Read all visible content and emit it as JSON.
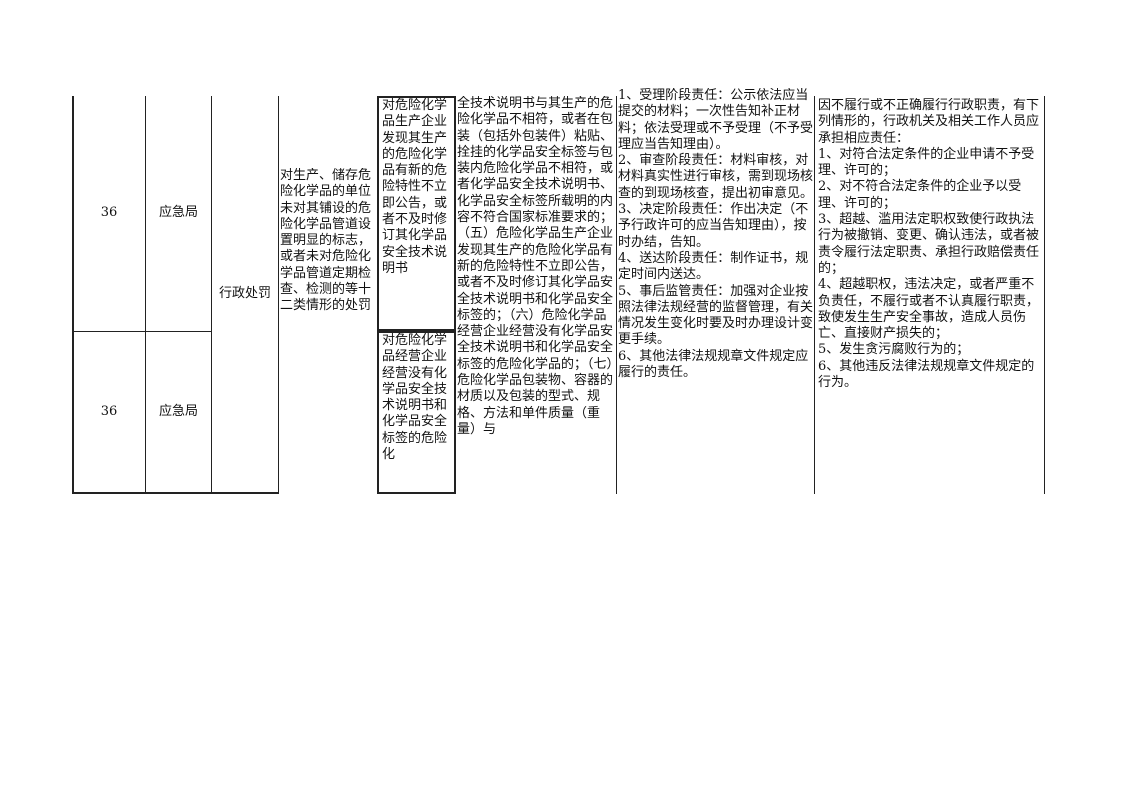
{
  "rows": [
    {
      "no": "36",
      "dept": "应急局",
      "obligation_excerpt": "对危险化学品生产企业发现其生产的危险化学品有新的危险特性不立即公告，或者不及时修订其化学品安全技术说明书"
    },
    {
      "no": "36",
      "dept": "应急局",
      "obligation_excerpt": "对危险化学品经营企业经营没有化学品安全技术说明书和化学品安全标签的危险化"
    }
  ],
  "power_type": "行政处罚",
  "item_name": "对生产、储存危险化学品的单位未对其铺设的危险化学品管道设置明显的标志，或者未对危险化学品管道定期检查、检测的等十二类情形的处罚",
  "basis": "全技术说明书与其生产的危险化学品不相符，或者在包装（包括外包装件）粘贴、拴挂的化学品安全标签与包装内危险化学品不相符，或者化学品安全技术说明书、化学品安全标签所载明的内容不符合国家标准要求的；（五）危险化学品生产企业发现其生产的危险化学品有新的危险特性不立即公告，或者不及时修订其化学品安全技术说明书和化学品安全标签的；（六）危险化学品经营企业经营没有化学品安全技术说明书和化学品安全标签的危险化学品的；（七）危险化学品包装物、容器的材质以及包装的型式、规格、方法和单件质量（重量）与",
  "responsibility": "1、受理阶段责任：公示依法应当提交的材料；一次性告知补正材料；依法受理或不予受理（不予受理应当告知理由）。\n2、审查阶段责任：材料审核，对材料真实性进行审核，需到现场核查的到现场核查，提出初审意见。\n3、决定阶段责任：作出决定（不予行政许可的应当告知理由），按时办结，告知。\n4、送达阶段责任：制作证书，规定时间内送达。\n5、事后监管责任：加强对企业按照法律法规经营的监督管理，有关情况发生变化时要及时办理设计变更手续。\n6、其他法律法规规章文件规定应履行的责任。",
  "accountability": "因不履行或不正确履行行政职责，有下列情形的，行政机关及相关工作人员应承担相应责任：\n1、对符合法定条件的企业申请不予受理、许可的；\n2、对不符合法定条件的企业予以受理、许可的；\n3、超越、滥用法定职权致使行政执法行为被撤销、变更、确认违法，或者被责令履行法定职责、承担行政赔偿责任的；\n4、超越职权，违法决定，或者严重不负责任，不履行或者不认真履行职责，致使发生生产安全事故，造成人员伤亡、直接财产损失的；\n5、发生贪污腐败行为的；\n6、其他违反法律法规规章文件规定的行为。"
}
